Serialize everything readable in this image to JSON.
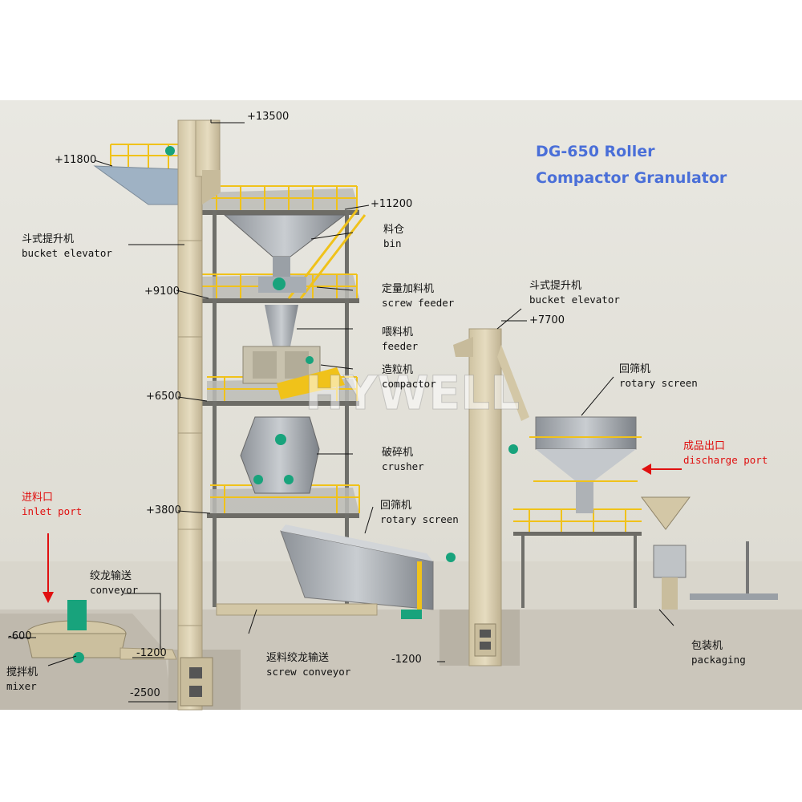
{
  "title": {
    "line1": "DG-650 Roller",
    "line2": "Compactor Granulator"
  },
  "watermark": "HYWELL",
  "elevations": [
    "+13500",
    "+11800",
    "+11200",
    "+9100",
    "+7700",
    "+6500",
    "+3800",
    "-600",
    "-1200",
    "-1200",
    "-2500"
  ],
  "components": [
    {
      "zh": "斗式提升机",
      "en": "bucket elevator"
    },
    {
      "zh": "料仓",
      "en": "bin"
    },
    {
      "zh": "定量加料机",
      "en": "screw feeder"
    },
    {
      "zh": "喂料机",
      "en": "feeder"
    },
    {
      "zh": "造粒机",
      "en": "compactor"
    },
    {
      "zh": "破碎机",
      "en": "crusher"
    },
    {
      "zh": "回筛机",
      "en": "rotary screen"
    },
    {
      "zh": "斗式提升机",
      "en": "bucket elevator"
    },
    {
      "zh": "回筛机",
      "en": "rotary screen"
    },
    {
      "zh": "成品出口",
      "en": "discharge port"
    },
    {
      "zh": "进料口",
      "en": "inlet port"
    },
    {
      "zh": "绞龙输送",
      "en": "conveyor"
    },
    {
      "zh": "返料绞龙输送",
      "en": "screw conveyor"
    },
    {
      "zh": "搅拌机",
      "en": "mixer"
    },
    {
      "zh": "包装机",
      "en": "packaging"
    }
  ]
}
